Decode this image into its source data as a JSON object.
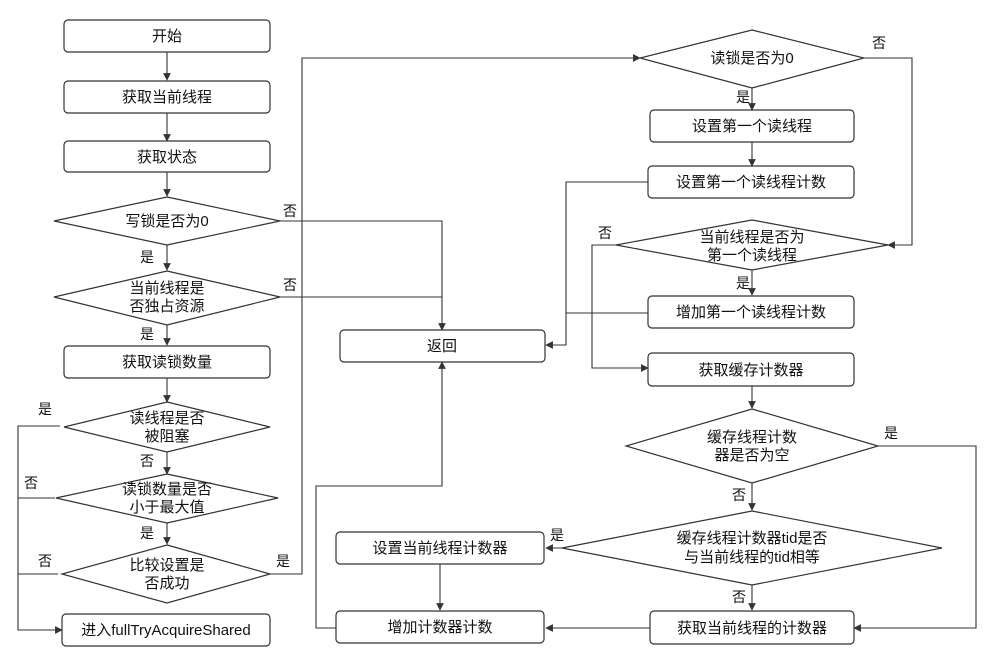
{
  "nodes": {
    "start": "开始",
    "get_thread": "获取当前线程",
    "get_state": "获取状态",
    "write_lock_zero": "写锁是否为0",
    "thread_exclusive": [
      "当前线程是",
      "否独占资源"
    ],
    "get_read_count": "获取读锁数量",
    "reader_blocked": [
      "读线程是否",
      "被阻塞"
    ],
    "read_count_less_max": [
      "读锁数量是否",
      "小于最大值"
    ],
    "cas_success": [
      "比较设置是",
      "否成功"
    ],
    "full_try": "进入fullTryAcquireShared",
    "return": "返回",
    "read_lock_zero": "读锁是否为0",
    "set_first_reader": "设置第一个读线程",
    "set_first_reader_count": "设置第一个读线程计数",
    "is_first_reader": [
      "当前线程是否为",
      "第一个读线程"
    ],
    "inc_first_reader_count": "增加第一个读线程计数",
    "get_cached_counter": "获取缓存计数器",
    "cached_null": [
      "缓存线程计数",
      "器是否为空"
    ],
    "cached_tid_equal": [
      "缓存线程计数器tid是否",
      "与当前线程的tid相等"
    ],
    "set_current_counter": "设置当前线程计数器",
    "inc_counter": "增加计数器计数",
    "get_current_counter": "获取当前线程的计数器"
  },
  "edge_labels": {
    "yes": "是",
    "no": "否"
  },
  "colors": {
    "stroke": "#333333",
    "fill": "#ffffff",
    "text": "#111111"
  }
}
